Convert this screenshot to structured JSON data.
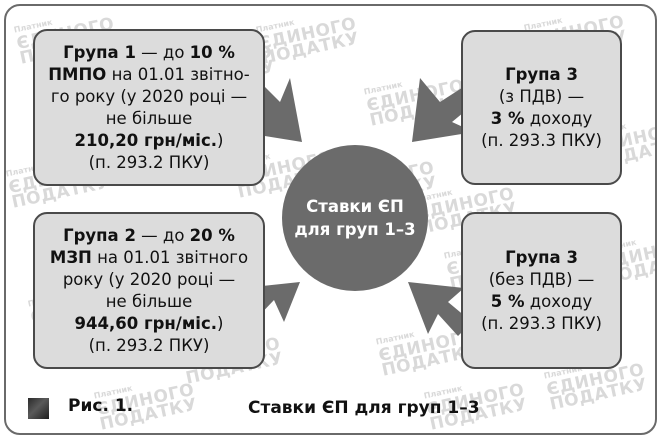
{
  "watermark": {
    "top_line": "Платник",
    "line1": "ЄДИНОГО",
    "line2": "ПОДАТКУ"
  },
  "center": {
    "line1": "Ставки ЄП",
    "line2": "для груп 1–3"
  },
  "group1": {
    "l1_bold": "Група 1",
    "l1_text": " — до ",
    "l1_bold2": "10 %",
    "l2_bold": "ПМПО",
    "l2_text": " на 01.01 звітно-",
    "l3": "го року (у 2020 році —",
    "l4": "не більше",
    "l5_bold": "210,20 грн/міс.",
    "l5_text": ")",
    "l6": "(п. 293.2 ПКУ)"
  },
  "group2": {
    "l1_bold": "Група 2",
    "l1_text": " — до ",
    "l1_bold2": "20 %",
    "l2_bold": "МЗП",
    "l2_text": " на 01.01 звітного",
    "l3": "року (у 2020 році —",
    "l4": "не більше",
    "l5_bold": "944,60 грн/міс.",
    "l5_text": ")",
    "l6": "(п. 293.2 ПКУ)"
  },
  "group3_vat": {
    "l1_bold": "Група 3",
    "l2": "(з ПДВ) —",
    "l3_bold": "3 %",
    "l3_text": " доходу",
    "l4": "(п. 293.3 ПКУ)"
  },
  "group3_novat": {
    "l1_bold": "Група 3",
    "l2": "(без ПДВ) —",
    "l3_bold": "5 %",
    "l3_text": " доходу",
    "l4": "(п. 293.3 ПКУ)"
  },
  "footer": {
    "figure_label": "Рис. 1.",
    "caption": "Ставки ЄП для груп 1–3"
  },
  "colors": {
    "box_fill": "#dcdcdc",
    "circle_fill": "#6b6b6b",
    "arrow_fill": "#6b6b6b"
  }
}
